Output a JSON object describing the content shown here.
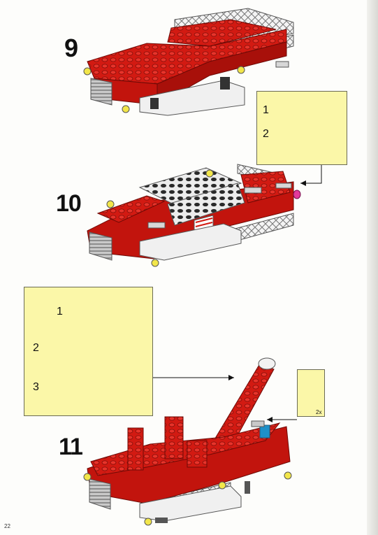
{
  "steps": [
    {
      "number": "9"
    },
    {
      "number": "10",
      "sub_steps": [
        "1",
        "2"
      ]
    },
    {
      "number": "11",
      "sub_steps": [
        "1",
        "2",
        "3"
      ],
      "part_quantity": "2x"
    }
  ],
  "page_number": "22",
  "colors": {
    "brick_red": "#d21a12",
    "brick_dark_red": "#8e0f0a",
    "sub_box_fill": "#fbf7a8",
    "white_part": "#f2f2f2",
    "gray_part": "#b8b8b8",
    "yellow_light": "#f2e64a",
    "blue_part": "#1e90c8"
  }
}
